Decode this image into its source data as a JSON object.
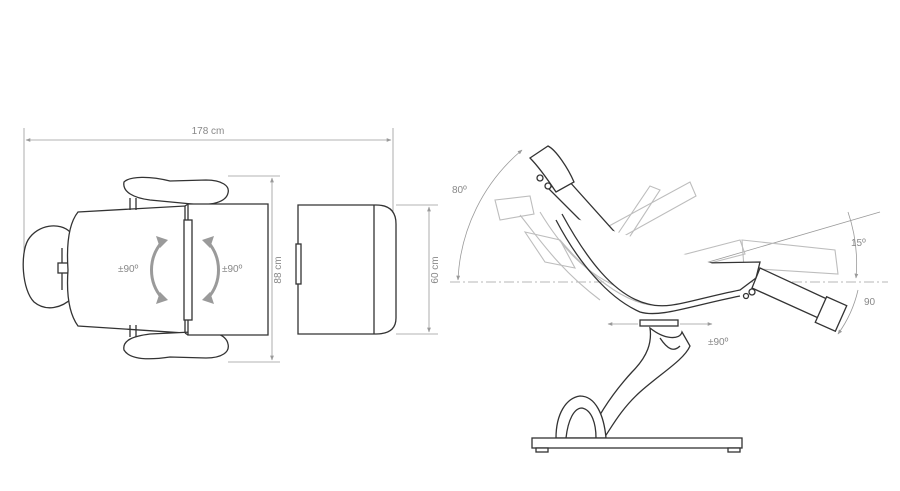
{
  "top_view": {
    "length_label": "178 cm",
    "width_label": "88 cm",
    "seat_width_label": "60 cm",
    "rotate_left_label": "±90º",
    "rotate_right_label": "±90º"
  },
  "side_view": {
    "back_angle_label": "80º",
    "seat_angle_label": "15º",
    "leg_angle_label": "90",
    "swivel_label": "±90º"
  },
  "colors": {
    "outline": "#333333",
    "ghost": "#bdbdbd",
    "dimension": "#9a9a9a"
  }
}
